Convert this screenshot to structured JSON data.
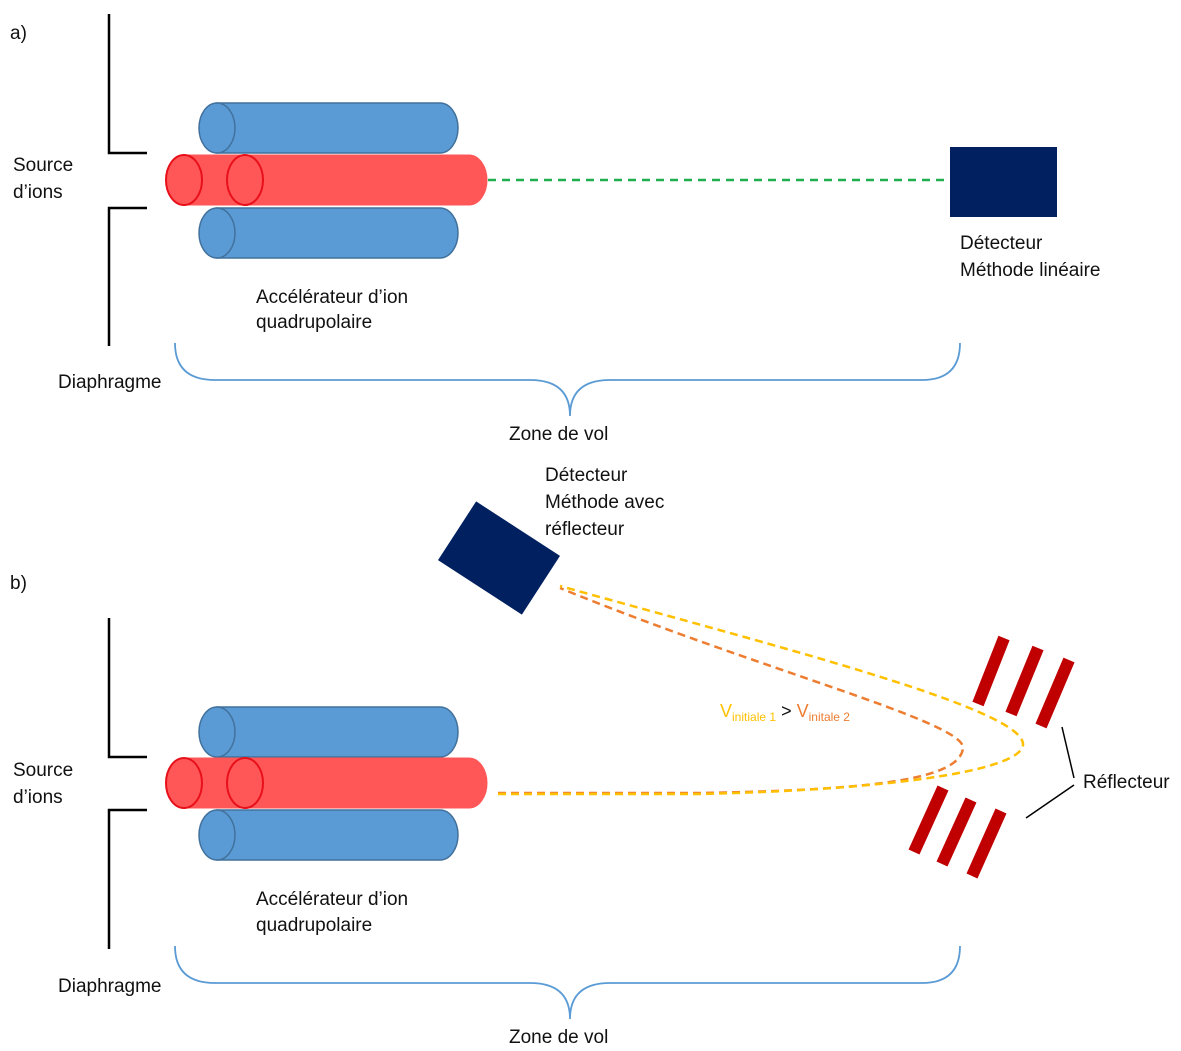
{
  "panel_a": {
    "tag": "a)",
    "source_line1": "Source",
    "source_line2": "d’ions",
    "diaphragm": "Diaphragme",
    "accelerator_line1": "Accélérateur d’ion",
    "accelerator_line2": "quadrupolaire",
    "detector_line1": "Détecteur",
    "detector_line2": "Méthode linéaire",
    "flight_zone": "Zone de vol"
  },
  "panel_b": {
    "tag": "b)",
    "source_line1": "Source",
    "source_line2": "d’ions",
    "diaphragm": "Diaphragme",
    "accelerator_line1": "Accélérateur d’ion",
    "accelerator_line2": "quadrupolaire",
    "detector_line1": "Détecteur",
    "detector_line2": "Méthode  avec",
    "detector_line3": "réflecteur",
    "reflector": "Réflecteur",
    "velocity_v1": "V",
    "velocity_v1_sub": "initiale 1",
    "velocity_gt": ">",
    "velocity_v2": "V",
    "velocity_v2_sub": "initale 2",
    "flight_zone": "Zone de vol"
  },
  "colors": {
    "rod_blue": "#5b9bd5",
    "rod_blue_edge": "#41719c",
    "rod_red": "#ff5757",
    "rod_red_edge": "#e8101a",
    "detector": "#002060",
    "trajectory_linear": "#1fae4e",
    "trajectory_v1": "#ffc000",
    "trajectory_v2": "#ed7d31",
    "reflector": "#c00000",
    "brace": "#5b9bd5"
  }
}
